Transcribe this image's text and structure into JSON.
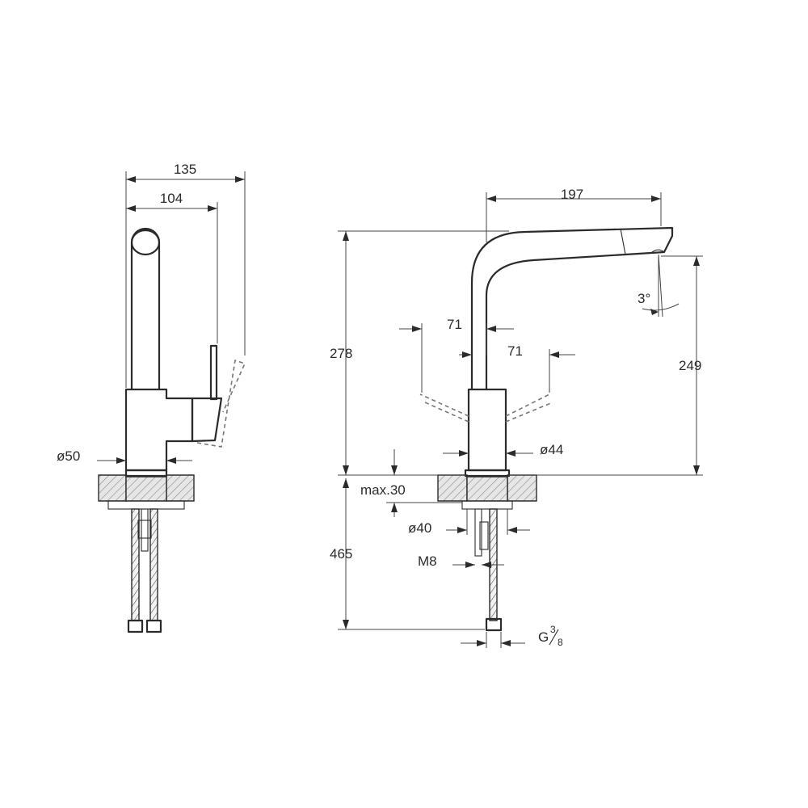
{
  "dimensions": {
    "side_total_depth": "135",
    "side_handle_depth": "104",
    "side_base_diameter": "ø50",
    "spout_reach": "197",
    "height_total": "278",
    "spout_outlet_height": "249",
    "handle_swing_left": "71",
    "handle_swing_right": "71",
    "spout_tilt": "3°",
    "base_diameter": "ø44",
    "max_counter_thickness": "max.30",
    "hole_diameter": "ø40",
    "stud_thread": "M8",
    "hose_length": "465",
    "connection_prefix": "G",
    "connection_num": "3",
    "connection_den": "8"
  }
}
